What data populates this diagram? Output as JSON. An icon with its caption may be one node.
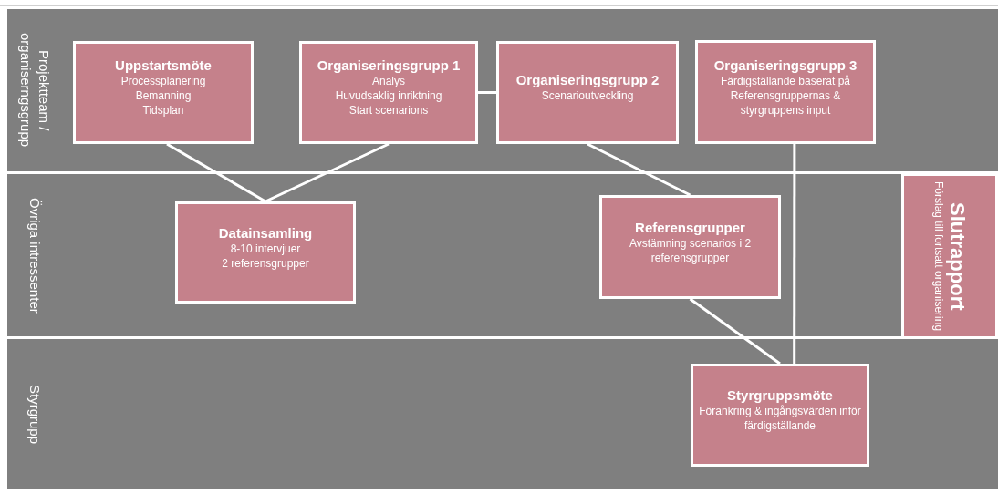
{
  "diagram": {
    "nodes": [
      {
        "text": [
          "Projektteam / organiserngsgrupp"
        ]
      },
      {
        "text": [
          "Uppstartsmöte",
          "Processplanering",
          "Bemanning",
          "Tidsplan"
        ],
        "in": 0
      },
      {
        "text": [
          "Organiseringsgrupp 1",
          "Analys",
          "Huvudsaklig inriktning",
          "Start scenarions"
        ],
        "in": 0
      },
      {
        "text": [
          "Organiseringsgrupp 2",
          "Scenarioutveckling"
        ],
        "in": 0
      },
      {
        "text": [
          "Organiseringsgrupp 3",
          "Färdigställande baserat på Referensgruppernas & styrgruppens input"
        ],
        "in": 0
      },
      {
        "text": [
          "Övriga intressenter"
        ]
      },
      {
        "text": [
          "Datainsamling",
          "8-10 intervjuer",
          "2 referensgrupper"
        ],
        "in": 5
      },
      {
        "text": [
          "Referensgrupper",
          "Avstämning scenarios i 2 referensgrupper"
        ],
        "in": 5
      },
      {
        "text": [
          "Slutrapport",
          "Förslag till fortsatt organisering"
        ],
        "in": 5
      },
      {
        "text": [
          "Styrgrupp"
        ]
      },
      {
        "text": [
          "Styrgruppsmöte",
          "Förankring & ingångsvärden inför färdigställande"
        ],
        "in": 9
      }
    ],
    "edges": [
      {
        "from": 1,
        "to": 6,
        "arrow": "none"
      },
      {
        "from": 2,
        "to": 6,
        "arrow": "none"
      },
      {
        "from": 2,
        "to": 3,
        "arrow": "none"
      },
      {
        "from": 3,
        "to": 7,
        "arrow": "none"
      },
      {
        "from": 7,
        "to": 10,
        "arrow": "none"
      },
      {
        "from": 4,
        "to": 10,
        "arrow": "none"
      }
    ]
  }
}
